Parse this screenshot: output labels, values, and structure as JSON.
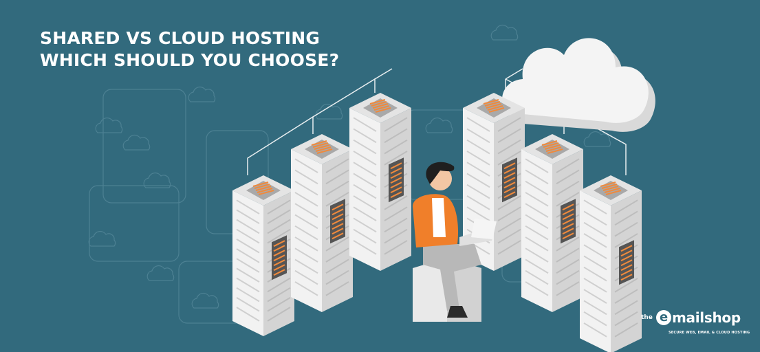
{
  "banner": {
    "title_line1": "SHARED VS CLOUD HOSTING",
    "title_line2": "WHICH SHOULD YOU CHOOSE?"
  },
  "logo": {
    "prefix": "the",
    "e": "e",
    "name": "mailshop",
    "tagline": "SECURE WEB, EMAIL & CLOUD HOSTING"
  },
  "colors": {
    "background": "#326a7d",
    "server_face": "#f2f2f2",
    "server_side": "#d4d4d4",
    "accent_orange": "#f08a3c",
    "text": "#ffffff"
  },
  "illustration": {
    "icons": [
      "server-rack-icon",
      "cloud-icon",
      "person-with-laptop"
    ]
  }
}
